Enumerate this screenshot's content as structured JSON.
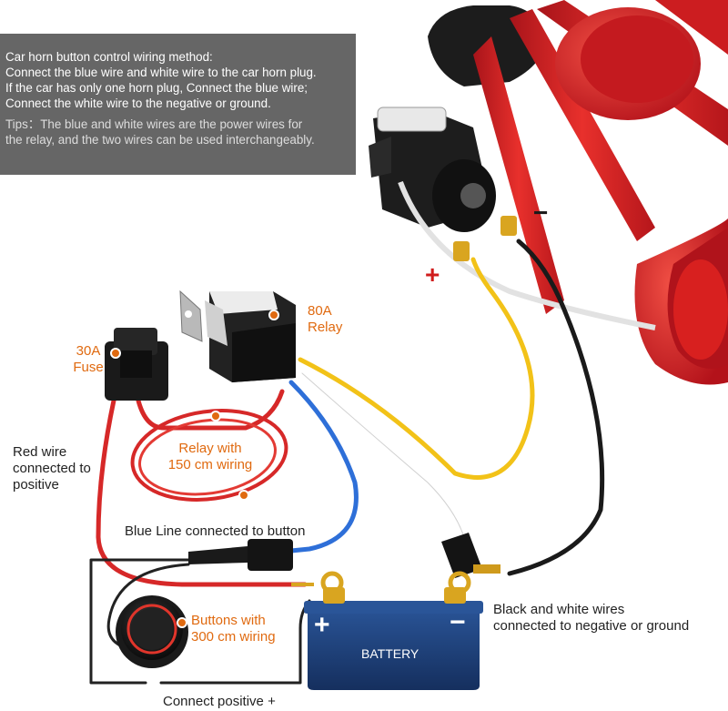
{
  "info": {
    "title": "Car horn button control wiring method:",
    "line1": "Connect the blue wire and white wire to the car horn plug.",
    "line2": "If the car has only one horn plug, Connect the blue wire;",
    "line3": "Connect the white wire to the negative or ground.",
    "tip1": "Tips：The blue and white wires are the power wires for",
    "tip2": "the relay, and the two wires can be used interchangeably."
  },
  "labels": {
    "relay_1": "80A",
    "relay_2": "Relay",
    "fuse_1": "30A",
    "fuse_2": "Fuse",
    "relay_wiring_1": "Relay with",
    "relay_wiring_2": "150 cm wiring",
    "red_wire_1": "Red wire",
    "red_wire_2": "connected to",
    "red_wire_3": "positive",
    "blue_line": "Blue Line connected to button",
    "button_1": "Buttons with",
    "button_2": "300 cm wiring",
    "black_white_1": "Black and white wires",
    "black_white_2": "connected to negative or ground",
    "connect_positive": "Connect positive +",
    "battery": "BATTERY",
    "battery_plus": "+",
    "battery_minus": "−",
    "horn_plus": "+",
    "horn_minus": "−"
  },
  "colors": {
    "horn_red": "#d8201f",
    "wire_red": "#d62828",
    "wire_yellow": "#f2c218",
    "wire_blue": "#2e6fd8",
    "wire_black": "#1a1a1a",
    "wire_white": "#f2f2f2",
    "battery_blue": "#1d3f78",
    "label_orange": "#e06a10",
    "info_bg": "#666666"
  }
}
